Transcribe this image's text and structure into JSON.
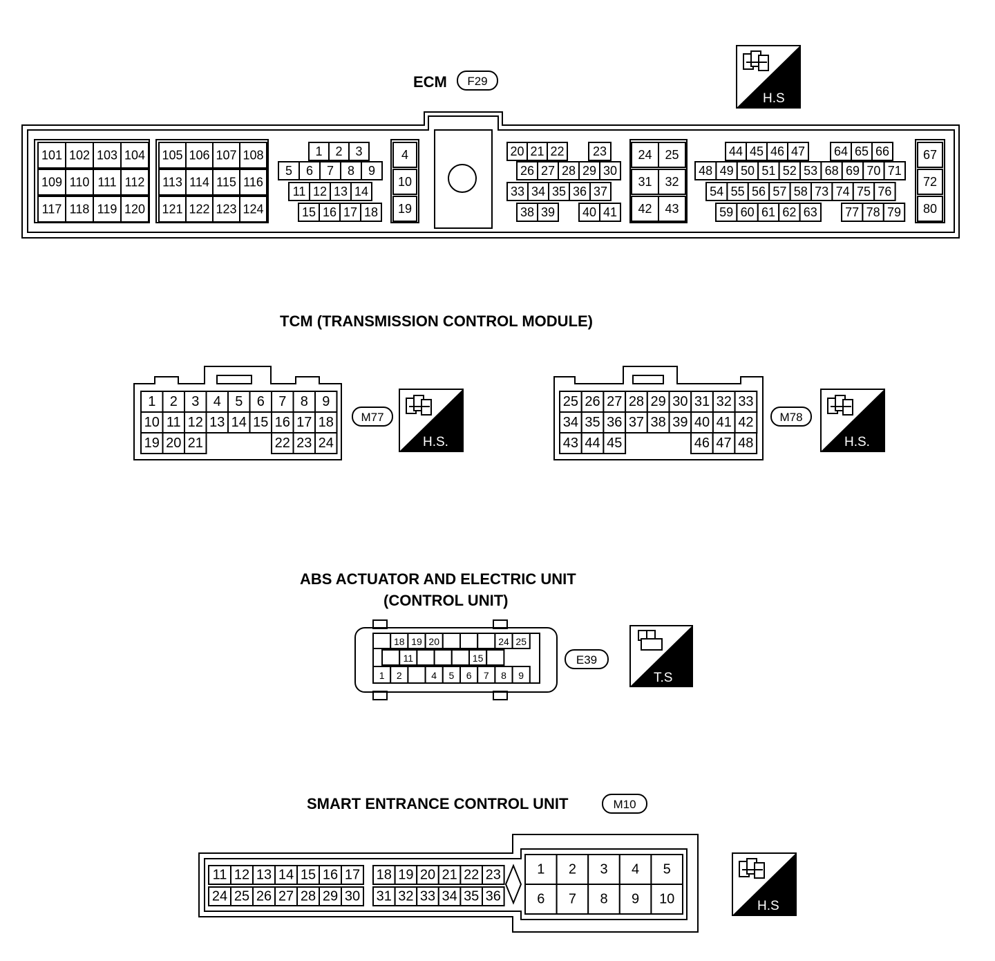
{
  "ecm": {
    "title": "ECM",
    "code": "F29",
    "hs_label": "H.S",
    "block_a": [
      [
        "101",
        "102",
        "103",
        "104"
      ],
      [
        "109",
        "110",
        "111",
        "112"
      ],
      [
        "117",
        "118",
        "119",
        "120"
      ]
    ],
    "block_b": [
      [
        "105",
        "106",
        "107",
        "108"
      ],
      [
        "113",
        "114",
        "115",
        "116"
      ],
      [
        "121",
        "122",
        "123",
        "124"
      ]
    ],
    "block_c": [
      [
        "1",
        "2",
        "3"
      ],
      [
        "5",
        "6",
        "7",
        "8",
        "9"
      ],
      [
        "11",
        "12",
        "13",
        "14"
      ],
      [
        "15",
        "16",
        "17",
        "18"
      ]
    ],
    "block_d": [
      "4",
      "10",
      "19"
    ],
    "block_e": [
      [
        "20",
        "21",
        "22",
        "23"
      ],
      [
        "26",
        "27",
        "28",
        "29",
        "30"
      ],
      [
        "33",
        "34",
        "35",
        "36",
        "37"
      ],
      [
        "38",
        "39",
        "40",
        "41"
      ]
    ],
    "block_f": [
      [
        "24",
        "25"
      ],
      [
        "31",
        "32"
      ],
      [
        "42",
        "43"
      ]
    ],
    "block_g": [
      [
        "44",
        "45",
        "46",
        "47",
        "64",
        "65",
        "66"
      ],
      [
        "48",
        "49",
        "50",
        "51",
        "52",
        "53",
        "68",
        "69",
        "70",
        "71"
      ],
      [
        "54",
        "55",
        "56",
        "57",
        "58",
        "73",
        "74",
        "75",
        "76"
      ],
      [
        "59",
        "60",
        "61",
        "62",
        "63",
        "77",
        "78",
        "79"
      ]
    ],
    "block_h": [
      "67",
      "72",
      "80"
    ]
  },
  "tcm": {
    "title": "TCM (TRANSMISSION CONTROL MODULE)",
    "left": {
      "code": "M77",
      "hs_label": "H.S.",
      "rows": [
        [
          "1",
          "2",
          "3",
          "4",
          "5",
          "6",
          "7",
          "8",
          "9"
        ],
        [
          "10",
          "11",
          "12",
          "13",
          "14",
          "15",
          "16",
          "17",
          "18"
        ],
        [
          "19",
          "20",
          "21",
          "22",
          "23",
          "24"
        ]
      ]
    },
    "right": {
      "code": "M78",
      "hs_label": "H.S.",
      "rows": [
        [
          "25",
          "26",
          "27",
          "28",
          "29",
          "30",
          "31",
          "32",
          "33"
        ],
        [
          "34",
          "35",
          "36",
          "37",
          "38",
          "39",
          "40",
          "41",
          "42"
        ],
        [
          "43",
          "44",
          "45",
          "46",
          "47",
          "48"
        ]
      ]
    }
  },
  "abs": {
    "title_line1": "ABS ACTUATOR AND ELECTRIC UNIT",
    "title_line2": "(CONTROL UNIT)",
    "code": "E39",
    "ts_label": "T.S",
    "row1": [
      "",
      "18",
      "19",
      "20",
      "",
      "",
      "",
      "24",
      "25"
    ],
    "row2": [
      "",
      "11",
      "",
      "",
      "",
      "15",
      ""
    ],
    "row3": [
      "1",
      "2",
      "",
      "4",
      "5",
      "6",
      "7",
      "8",
      "9"
    ]
  },
  "smart": {
    "title": "SMART ENTRANCE CONTROL UNIT",
    "code": "M10",
    "hs_label": "H.S",
    "left_rows": [
      [
        "11",
        "12",
        "13",
        "14",
        "15",
        "16",
        "17"
      ],
      [
        "24",
        "25",
        "26",
        "27",
        "28",
        "29",
        "30"
      ]
    ],
    "mid_rows": [
      [
        "18",
        "19",
        "20",
        "21",
        "22",
        "23"
      ],
      [
        "31",
        "32",
        "33",
        "34",
        "35",
        "36"
      ]
    ],
    "right_rows": [
      [
        "1",
        "2",
        "3",
        "4",
        "5"
      ],
      [
        "6",
        "7",
        "8",
        "9",
        "10"
      ]
    ]
  }
}
